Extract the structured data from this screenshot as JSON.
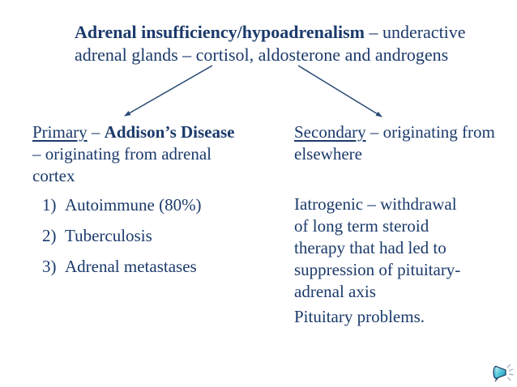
{
  "slide": {
    "background_color": "#ffffff",
    "text_color": "#1b3a6b",
    "arrow_color": "#2a4a74"
  },
  "title": {
    "bold": "Adrenal insufficiency/hypoadrenalism",
    "rest": " – underactive",
    "line2": "adrenal glands – cortisol, aldosterone and androgens"
  },
  "left_column": {
    "heading": {
      "term": "Primary",
      "separator": " – ",
      "emphasis": "Addison’s Disease",
      "line2": "– originating from adrenal",
      "line3": "cortex"
    },
    "items": [
      {
        "num": "1)",
        "text": "Autoimmune (80%)"
      },
      {
        "num": "2)",
        "text": "Tuberculosis"
      },
      {
        "num": "3)",
        "text": "Adrenal metastases"
      }
    ]
  },
  "right_column": {
    "heading": {
      "term": "Secondary",
      "rest": " – originating from",
      "line2": "elsewhere"
    },
    "para1_lines": [
      "Iatrogenic – withdrawal",
      "of long term steroid",
      "therapy that had led to",
      "suppression of pituitary-",
      "adrenal axis"
    ],
    "para2": "Pituitary problems."
  },
  "icons": {
    "speaker": "audio-speaker",
    "speaker_fill_light": "#bfeef5",
    "speaker_fill_mid": "#4fc3d9",
    "speaker_fill_dark": "#1d8fae",
    "speaker_outline": "#17355e",
    "ray_color": "#97a8bc"
  }
}
